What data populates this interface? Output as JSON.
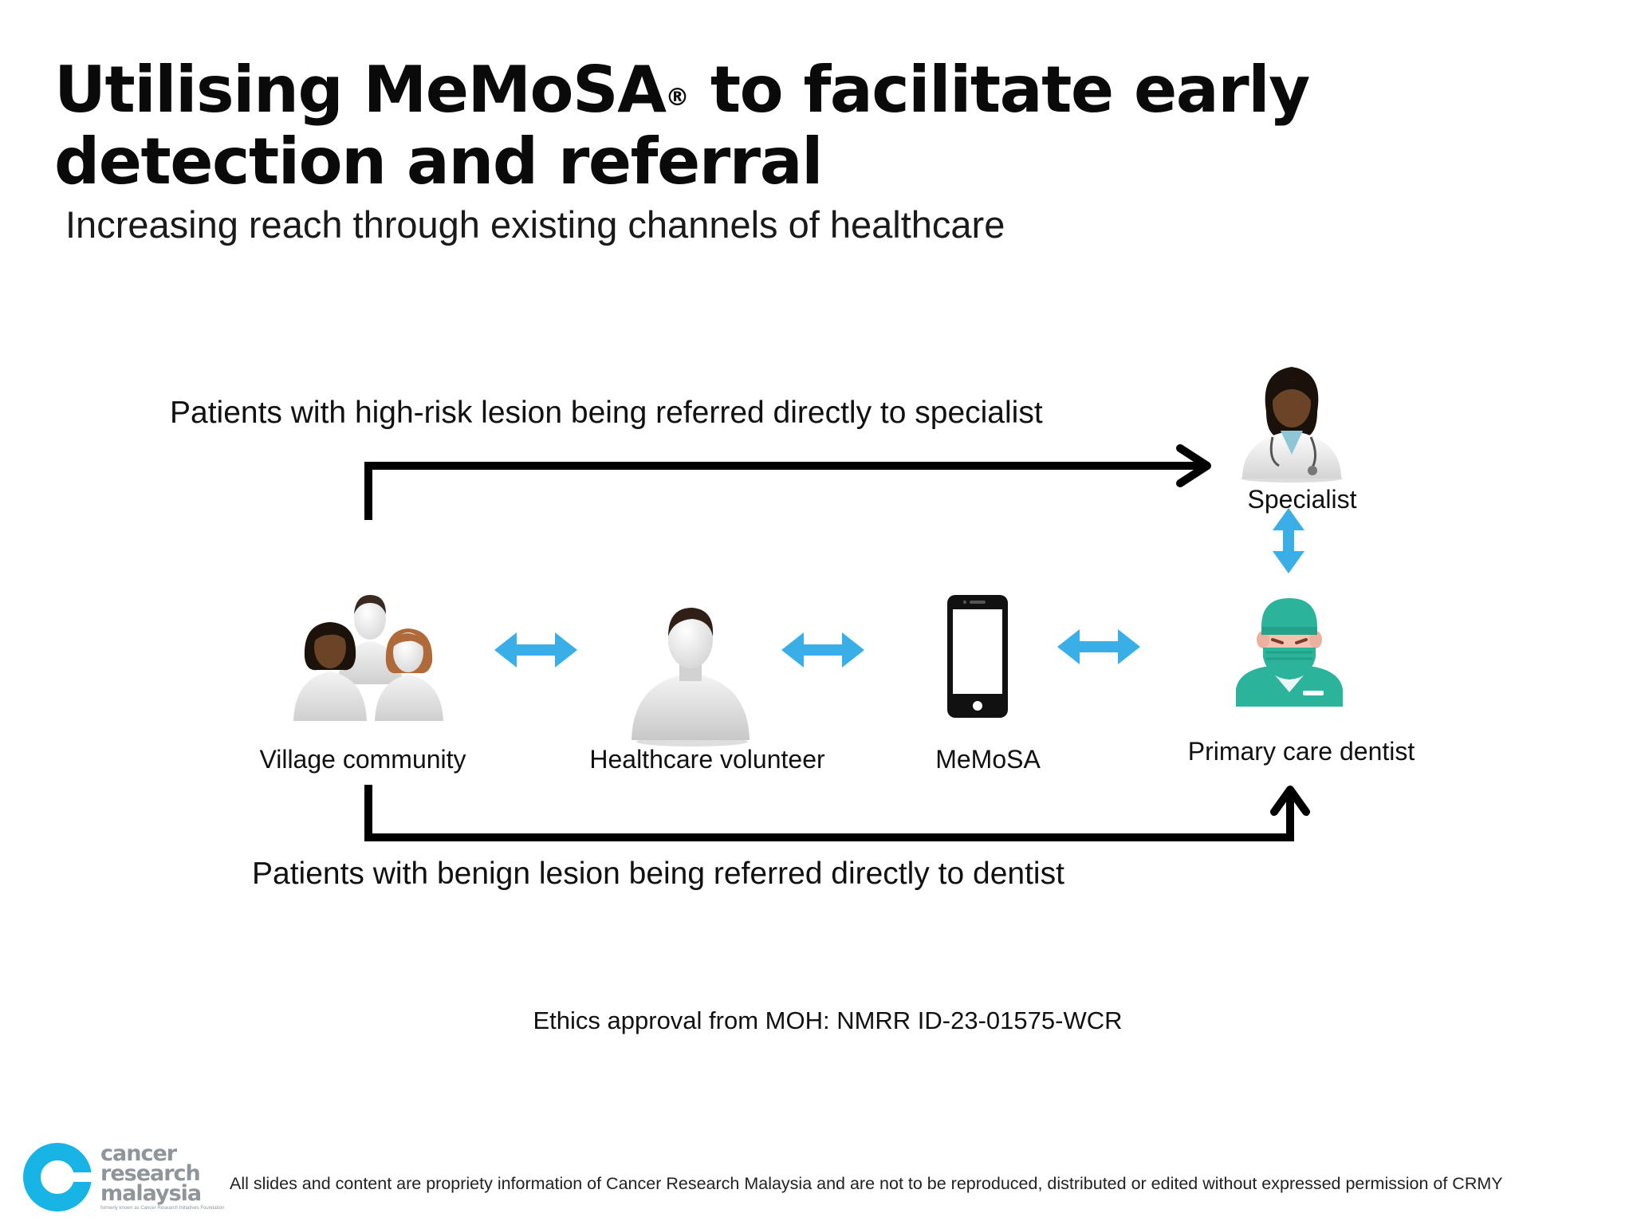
{
  "slide": {
    "title_part1": "Utilising MeMoSA",
    "title_mark": "®",
    "title_part2": " to facilitate early detection and referral",
    "subtitle": "Increasing reach through existing channels of healthcare"
  },
  "flows": {
    "top_label": "Patients with high-risk lesion being referred directly to specialist",
    "bottom_label": "Patients with benign lesion being referred directly to dentist"
  },
  "nodes": {
    "village": "Village community",
    "volunteer": "Healthcare volunteer",
    "memosa": "MeMoSA",
    "dentist": "Primary care dentist",
    "specialist": "Specialist"
  },
  "ethics": "Ethics approval from MOH: NMRR ID-23-01575-WCR",
  "footer": "All slides and content are propriety information of Cancer Research Malaysia and are not to be reproduced, distributed or edited without expressed permission of CRMY",
  "logo": {
    "line1": "cancer",
    "line2": "research",
    "line3": "malaysia",
    "tagline": "formerly known as Cancer Research Initiatives Foundation"
  },
  "colors": {
    "arrow_blue": "#3aaee6",
    "logo_cyan": "#19b4e6",
    "logo_grey": "#8e969b",
    "scrubs_green": "#2bb39b",
    "skin_dark": "#6b4427"
  },
  "icons": {
    "village": "group-of-people-icon",
    "volunteer": "person-icon",
    "memosa": "smartphone-icon",
    "dentist": "masked-dentist-icon",
    "specialist": "doctor-with-stethoscope-icon"
  }
}
